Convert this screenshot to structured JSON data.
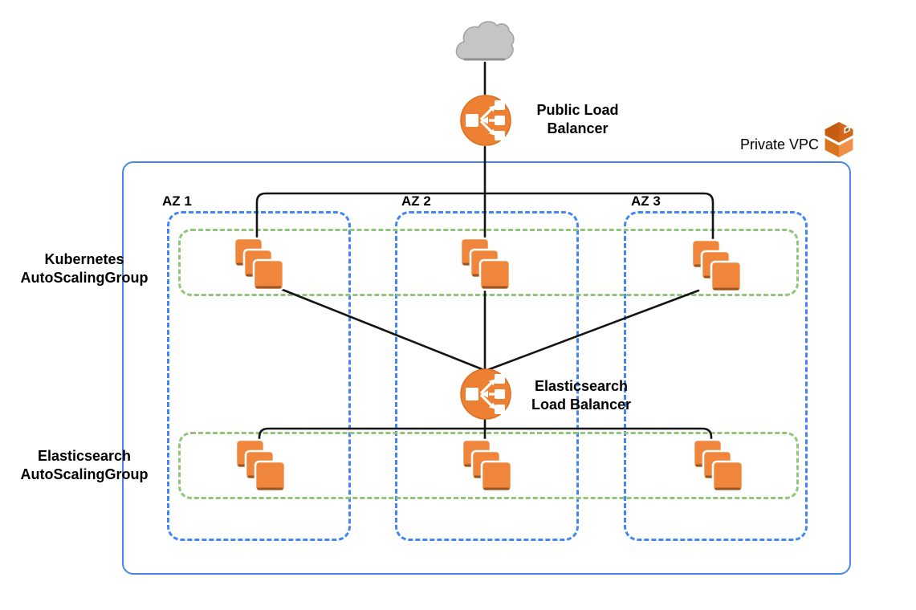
{
  "labels": {
    "private_vpc": "Private VPC",
    "public_load_balancer": "Public Load Balancer",
    "elasticsearch_load_balancer": "Elasticsearch Load Balancer",
    "kubernetes_group": "Kubernetes AutoScalingGroup",
    "elasticsearch_group": "Elasticsearch AutoScalingGroup",
    "az": [
      "AZ 1",
      "AZ 2",
      "AZ 3"
    ]
  },
  "icons": {
    "cloud": "cloud-icon",
    "public_load_balancer": "load-balancer-icon",
    "elasticsearch_load_balancer": "load-balancer-icon",
    "vpc": "vpc-icon",
    "instance_group": "instance-stack-icon"
  },
  "colors": {
    "vpc_border": "#4a86e8",
    "az_border": "#4285f4",
    "autoscaling_group_border": "#93c47d",
    "load_balancer_fill": "#ED8032",
    "instance_fill": "#F0863C",
    "instance_shadow": "#9A5620",
    "connector_line": "#141414",
    "cloud_fill": "#C5C5C5",
    "label_text": "#000000"
  }
}
